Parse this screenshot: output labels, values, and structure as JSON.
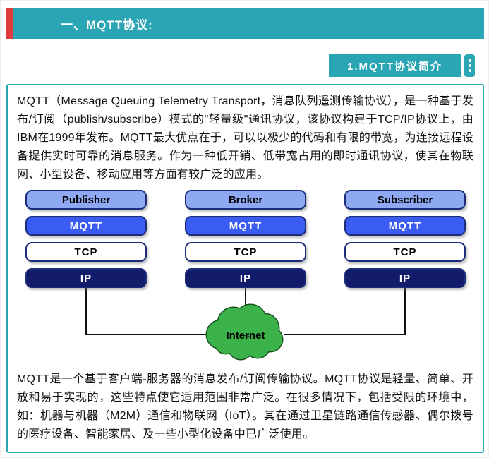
{
  "header": {
    "title": "一、MQTT协议:"
  },
  "badge": {
    "label": "1.MQTT协议简介"
  },
  "intro_text": "MQTT（Message Queuing Telemetry Transport，消息队列遥测传输协议），是一种基于发布/订阅（publish/subscribe）模式的\"轻量级\"通讯协议，该协议构建于TCP/IP协议上，由IBM在1999年发布。MQTT最大优点在于，可以以极少的代码和有限的带宽，为连接远程设备提供实时可靠的消息服务。作为一种低开销、低带宽占用的即时通讯协议，使其在物联网、小型设备、移动应用等方面有较广泛的应用。",
  "diagram": {
    "columns": [
      {
        "role": "Publisher",
        "layers": [
          "MQTT",
          "TCP",
          "IP"
        ]
      },
      {
        "role": "Broker",
        "layers": [
          "MQTT",
          "TCP",
          "IP"
        ]
      },
      {
        "role": "Subscriber",
        "layers": [
          "MQTT",
          "TCP",
          "IP"
        ]
      }
    ],
    "cloud_label": "Internet"
  },
  "body_text": "MQTT是一个基于客户端-服务器的消息发布/订阅传输协议。MQTT协议是轻量、简单、开放和易于实现的，这些特点使它适用范围非常广泛。在很多情况下，包括受限的环境中，如：机器与机器（M2M）通信和物联网（IoT）。其在通过卫星链路通信传感器、偶尔拨号的医疗设备、智能家居、及一些小型化设备中已广泛使用。",
  "colors": {
    "accent_teal": "#2aa5b4",
    "accent_red": "#e23b3b",
    "role_bg": "#8ea9f2",
    "mqtt_bg": "#3a5cf0",
    "tcp_bg": "#ffffff",
    "ip_bg": "#131c6b",
    "cloud_green": "#3bb24a"
  }
}
